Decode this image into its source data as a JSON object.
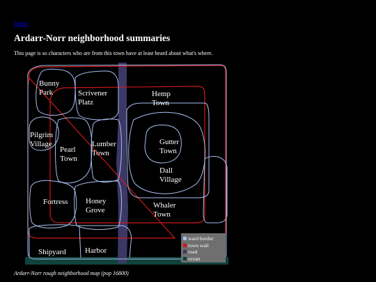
{
  "nav": {
    "home_link": "Home"
  },
  "page": {
    "title": "Ardarr-Norr neighborhood summaries",
    "intro": "This page is so characters who are from this town have at least heard about what's where."
  },
  "map": {
    "caption": "Ardarr-Norr rough neighborhood map (pop 16800)",
    "wards": {
      "bunny_park": "Bunny\nPark",
      "scrivener_platz": "Scrivener\nPlatz",
      "hemp_town": "Hemp\nTown",
      "pilgrim_village": "Pilgrim\nVillage",
      "pearl_town": "Pearl\nTown",
      "lumber_town": "Lumber\nTown",
      "gutter_town": "Gutter\nTown",
      "dall_village": "Dall\nVillage",
      "fortress": "Fortress",
      "honey_grove": "Honey\nGrove",
      "whaler_town": "Whaler\nTown",
      "shipyard": "Shipyard",
      "harbor": "Harbor"
    },
    "legend": {
      "ward_border": "ward border",
      "town_wall": "town wall",
      "road": "road",
      "ocean": "ocean"
    },
    "colors": {
      "ward_border": "#a9c0f0",
      "town_wall": "#d01818",
      "road": "#3c3866",
      "ocean": "#10423d",
      "legend_background": "#6f6f6f"
    }
  }
}
